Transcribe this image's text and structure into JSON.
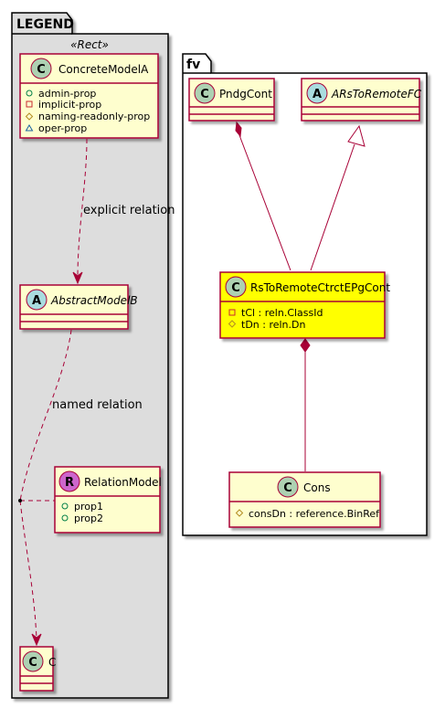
{
  "legend": {
    "title": "LEGEND",
    "stereotype": "«Rect»",
    "concrete": {
      "icon_letter": "C",
      "name": "ConcreteModelA",
      "attributes": [
        {
          "vis": "public",
          "text": "admin-prop"
        },
        {
          "vis": "private",
          "text": "implicit-prop"
        },
        {
          "vis": "protected",
          "text": "naming-readonly-prop"
        },
        {
          "vis": "package",
          "text": "oper-prop"
        }
      ]
    },
    "explicit_relation_label": "explicit relation",
    "abstract": {
      "icon_letter": "A",
      "name": "AbstractModelB"
    },
    "named_relation_label": "named relation",
    "relation_model": {
      "icon_letter": "R",
      "name": "RelationModel",
      "attributes": [
        {
          "vis": "public",
          "text": "prop1"
        },
        {
          "vis": "public",
          "text": "prop2"
        }
      ]
    },
    "c_class": {
      "icon_letter": "C",
      "name": "C"
    }
  },
  "fv": {
    "title": "fv",
    "pndg": {
      "icon_letter": "C",
      "name": "PndgCont"
    },
    "abstract_remote": {
      "icon_letter": "A",
      "name": "ARsToRemoteFC"
    },
    "main": {
      "icon_letter": "C",
      "name": "RsToRemoteCtrctEPgCont",
      "attributes": [
        {
          "vis": "private",
          "text": "tCl : reln.ClassId"
        },
        {
          "vis": "protected",
          "text": "tDn : reln.Dn"
        }
      ]
    },
    "cons": {
      "icon_letter": "C",
      "name": "Cons",
      "attributes": [
        {
          "vis": "protected",
          "text": "consDn : reference.BinRef"
        }
      ]
    }
  },
  "colors": {
    "class_fill": "#FEFECE",
    "class_border": "#A80036",
    "highlight_fill": "#FFFF00",
    "legend_bg": "#DDDDDD",
    "icon_c": "#ADD1B2",
    "icon_a": "#A9DCDF",
    "icon_r": "#CC66CC",
    "vis_public": "#038048",
    "vis_private": "#C82930",
    "vis_protected": "#B38D22",
    "vis_package": "#1963A0"
  }
}
